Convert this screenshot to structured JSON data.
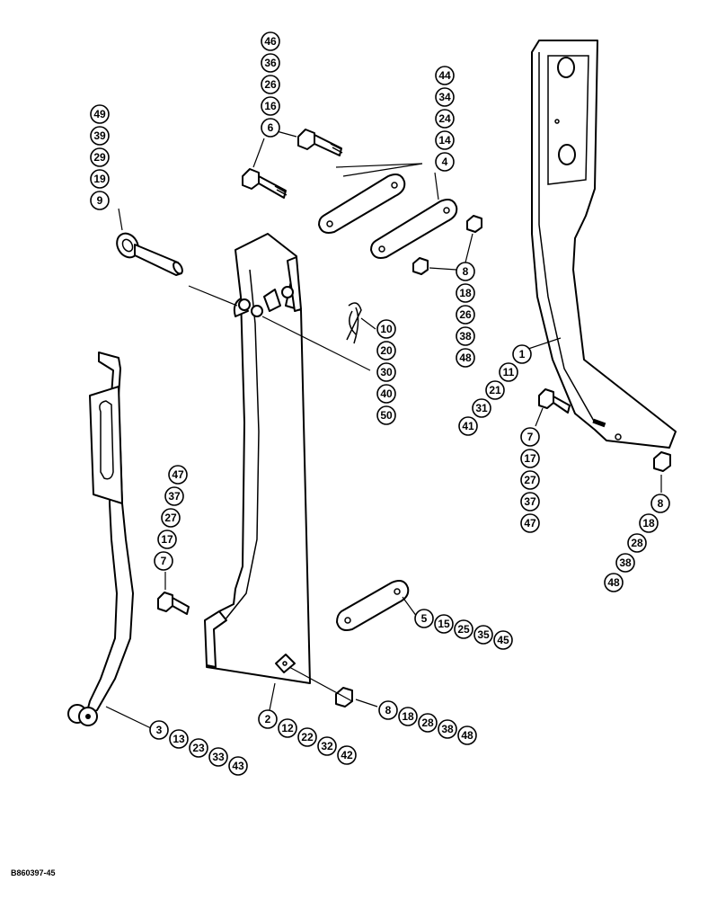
{
  "figure_code": "B860397-45",
  "callout_groups": [
    {
      "id": "g-bolt-top",
      "labels": [
        "46",
        "36",
        "26",
        "16",
        "6"
      ]
    },
    {
      "id": "g-strap-top",
      "labels": [
        "44",
        "34",
        "24",
        "14",
        "4"
      ]
    },
    {
      "id": "g-eyebolt",
      "labels": [
        "49",
        "39",
        "29",
        "19",
        "9"
      ]
    },
    {
      "id": "g-nut-strap",
      "labels": [
        "8",
        "18",
        "26",
        "38",
        "48"
      ]
    },
    {
      "id": "g-pin",
      "labels": [
        "10",
        "20",
        "30",
        "40",
        "50"
      ]
    },
    {
      "id": "g-shank",
      "labels": [
        "1",
        "11",
        "21",
        "31",
        "41"
      ]
    },
    {
      "id": "g-shank-bolt",
      "labels": [
        "7",
        "17",
        "27",
        "37",
        "47"
      ]
    },
    {
      "id": "g-shank-nut",
      "labels": [
        "8",
        "18",
        "28",
        "38",
        "48"
      ]
    },
    {
      "id": "g-lower-bolt",
      "labels": [
        "47",
        "37",
        "27",
        "17",
        "7"
      ]
    },
    {
      "id": "g-lower-strap",
      "labels": [
        "5",
        "15",
        "25",
        "35",
        "45"
      ]
    },
    {
      "id": "g-lower-nut",
      "labels": [
        "8",
        "18",
        "28",
        "38",
        "48"
      ]
    },
    {
      "id": "g-bracket",
      "labels": [
        "2",
        "12",
        "22",
        "32",
        "42"
      ]
    },
    {
      "id": "g-spring-arm",
      "labels": [
        "3",
        "13",
        "23",
        "33",
        "43"
      ]
    }
  ]
}
